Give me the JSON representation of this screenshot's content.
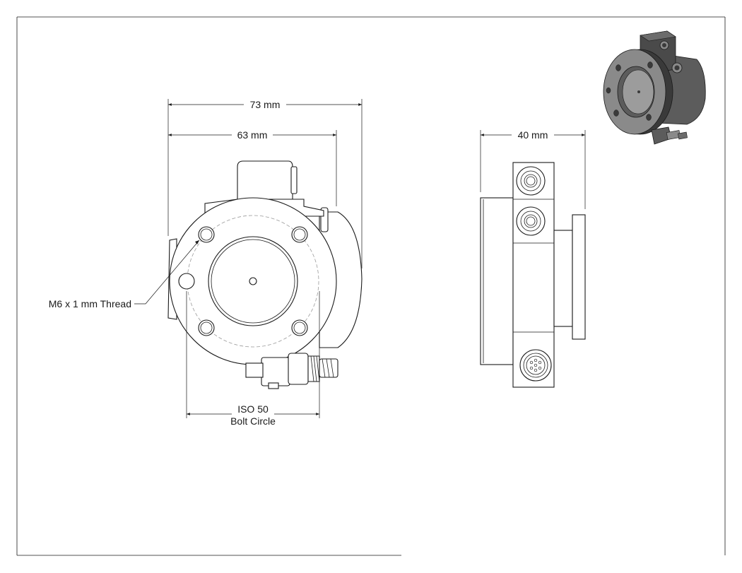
{
  "drawing": {
    "dimensions": {
      "overall_width": "73 mm",
      "flange_width": "63 mm",
      "depth": "40 mm",
      "bolt_circle_line1": "ISO 50",
      "bolt_circle_line2": "Bolt Circle"
    },
    "callouts": {
      "thread": "M6 x 1 mm Thread"
    },
    "colors": {
      "line": "#1a1a1a",
      "bolt_circle_dash": "#9a9a9a",
      "iso_body_dark": "#3a3a3a",
      "iso_body_mid": "#5c5c5c",
      "iso_body_light": "#8a8a8a"
    }
  }
}
